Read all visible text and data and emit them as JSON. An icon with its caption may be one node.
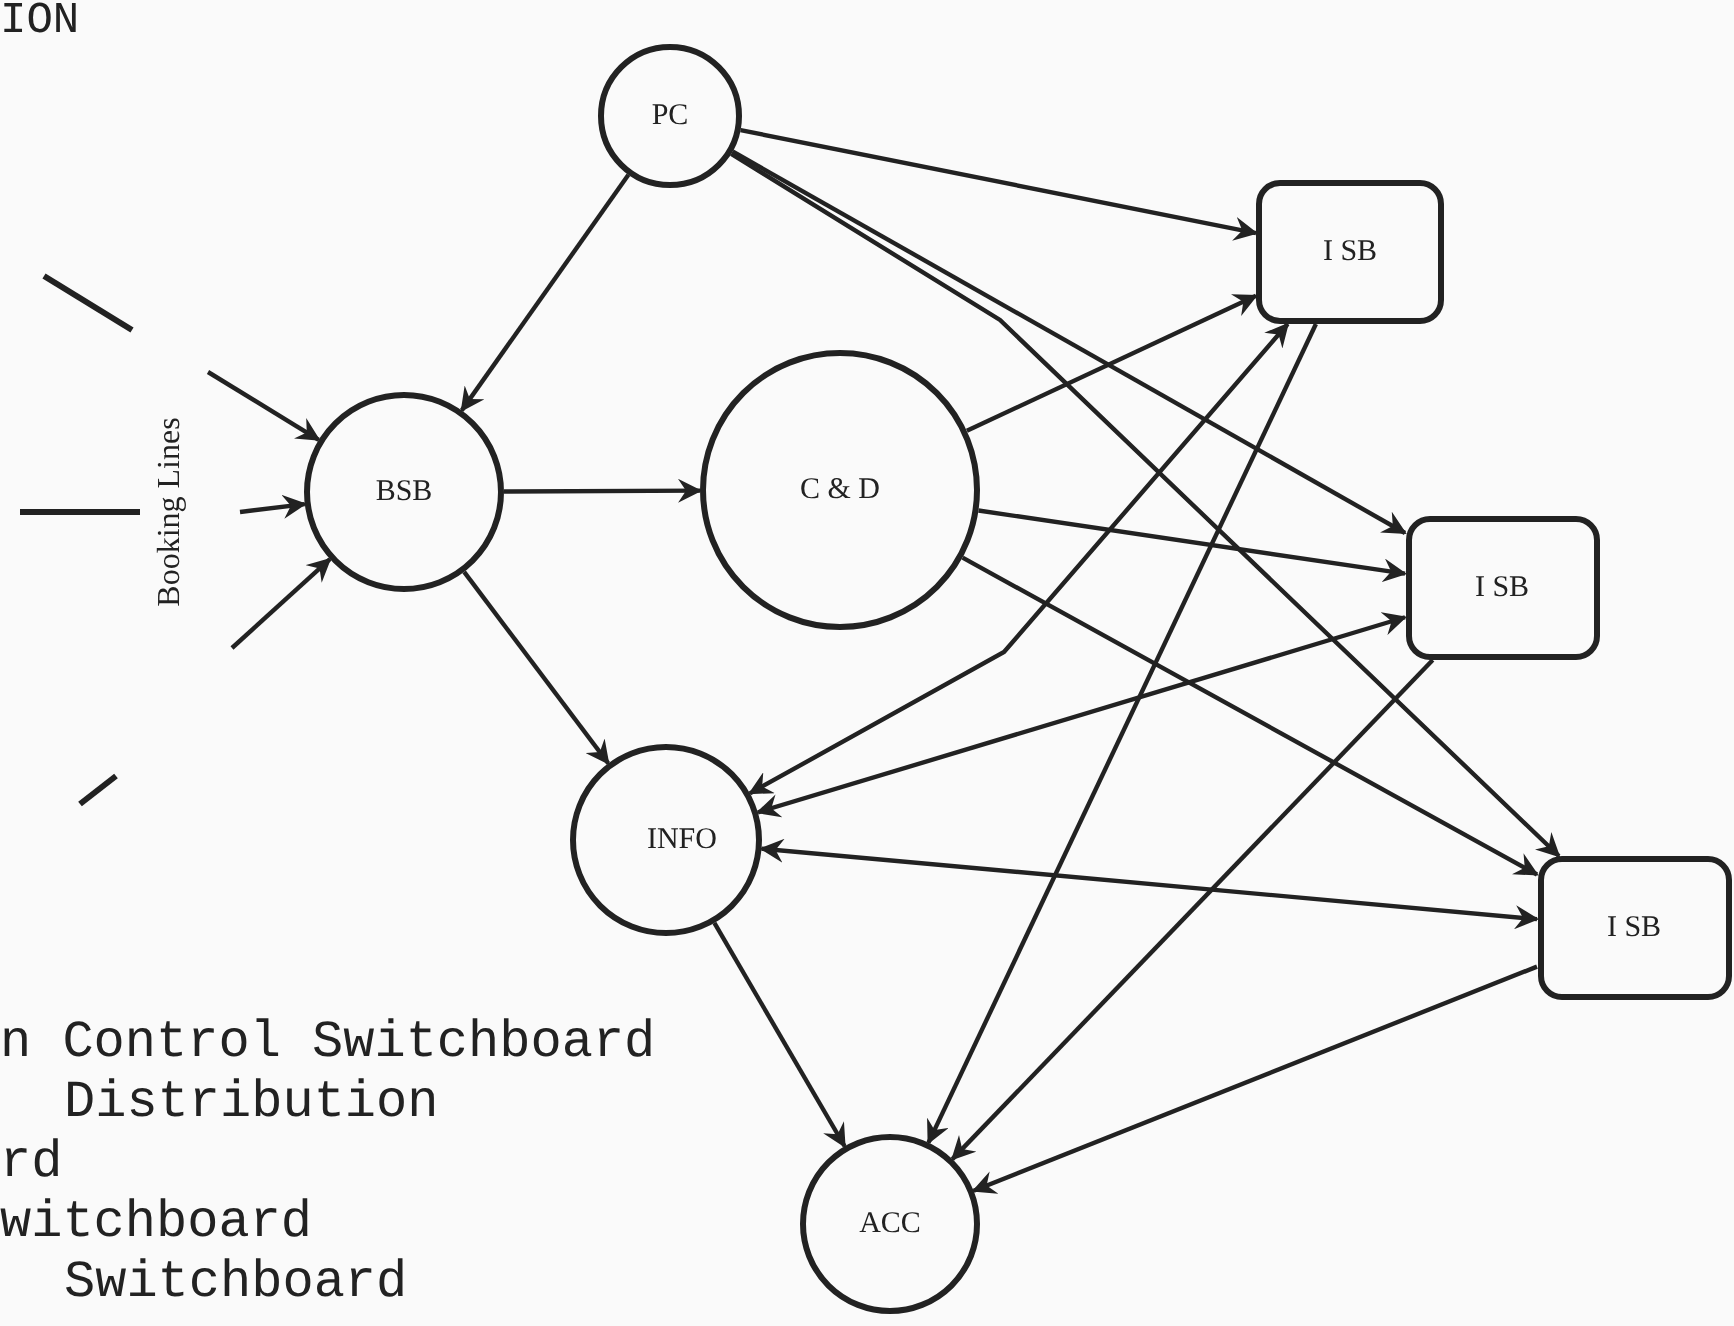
{
  "diagram": {
    "nodes": [
      {
        "text": [
          "PC"
        ]
      },
      {
        "text": [
          "BSB"
        ]
      },
      {
        "text": [
          "C & D"
        ]
      },
      {
        "text": [
          "I SB"
        ]
      },
      {
        "text": [
          "I SB"
        ]
      },
      {
        "text": [
          "INFO"
        ]
      },
      {
        "text": [
          "I SB"
        ]
      },
      {
        "text": [
          "ACC"
        ]
      }
    ],
    "edges": [
      {
        "from": 0,
        "to": 1,
        "arrow": "to"
      },
      {
        "from": 0,
        "to": 3,
        "arrow": "to"
      },
      {
        "from": 0,
        "to": 4,
        "arrow": "to"
      },
      {
        "from": 0,
        "to": 6,
        "arrow": "to"
      },
      {
        "from": 1,
        "to": 2,
        "arrow": "to"
      },
      {
        "from": 1,
        "to": 5,
        "arrow": "to"
      },
      {
        "from": 2,
        "to": 3,
        "arrow": "to"
      },
      {
        "from": 2,
        "to": 4,
        "arrow": "to"
      },
      {
        "from": 2,
        "to": 6,
        "arrow": "to"
      },
      {
        "from": 5,
        "to": 3,
        "arrow": "both"
      },
      {
        "from": 5,
        "to": 4,
        "arrow": "both"
      },
      {
        "from": 5,
        "to": 6,
        "arrow": "both"
      },
      {
        "from": 3,
        "to": 7,
        "arrow": "to"
      },
      {
        "from": 4,
        "to": 7,
        "arrow": "to"
      },
      {
        "from": 6,
        "to": 7,
        "arrow": "to"
      },
      {
        "from": 5,
        "to": 7,
        "arrow": "to"
      },
      {
        "from": null,
        "to": 1,
        "arrow": "to"
      },
      {
        "from": null,
        "to": 1,
        "arrow": "to"
      },
      {
        "from": null,
        "to": 1,
        "arrow": "to"
      }
    ],
    "labels": [
      "ION",
      "Booking Lines",
      "n Control Switchboard",
      "Distribution",
      "rd",
      "witchboard",
      "Switchboard"
    ]
  }
}
